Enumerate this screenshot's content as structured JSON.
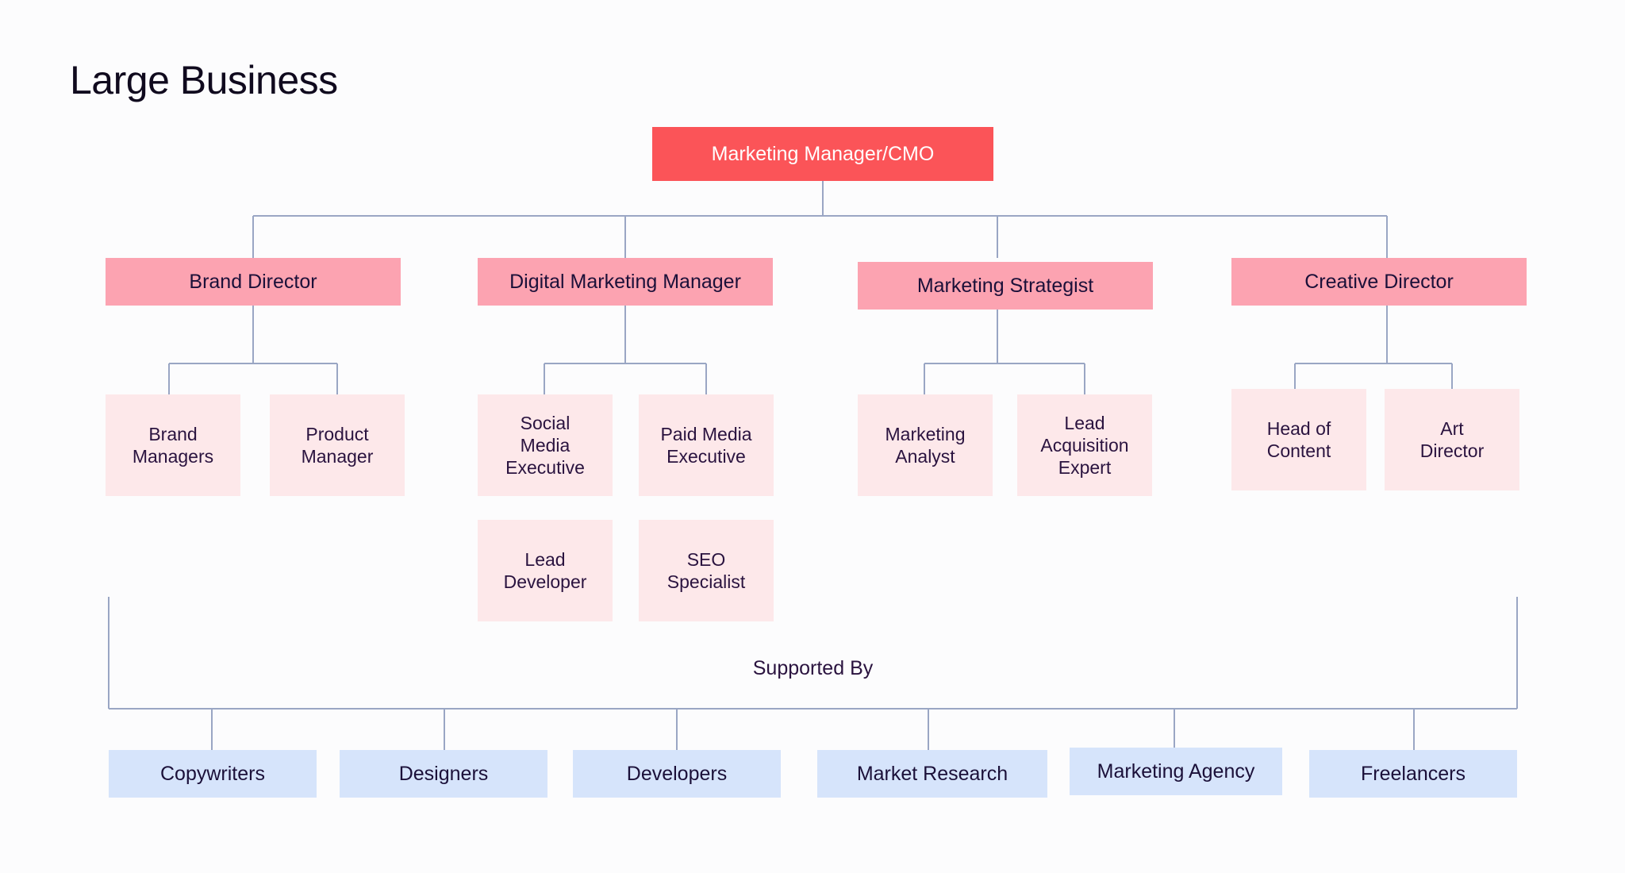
{
  "title": "Large Business",
  "colors": {
    "background": "#fcfcfd",
    "root_fill": "#fb5458",
    "root_text": "#ffffff",
    "director_fill": "#fca3b1",
    "director_text": "#1b1039",
    "leaf_fill": "#fde8ea",
    "leaf_text": "#2a133f",
    "support_fill": "#d6e4fb",
    "support_text": "#1b1039",
    "connector": "#9aa6c4"
  },
  "chart_data": {
    "type": "diagram",
    "subtype": "organizational-chart",
    "title": "Large Business",
    "levels": [
      "root",
      "directors",
      "specialists",
      "supported-by"
    ]
  },
  "root": {
    "label": "Marketing Manager/CMO"
  },
  "directors": [
    {
      "label": "Brand Director"
    },
    {
      "label": "Digital Marketing Manager"
    },
    {
      "label": "Marketing Strategist"
    },
    {
      "label": "Creative Director"
    }
  ],
  "specialists": [
    {
      "label": "Brand\nManagers"
    },
    {
      "label": "Product\nManager"
    },
    {
      "label": "Social\nMedia\nExecutive"
    },
    {
      "label": "Paid Media\nExecutive"
    },
    {
      "label": "Marketing\nAnalyst"
    },
    {
      "label": "Lead\nAcquisition\nExpert"
    },
    {
      "label": "Head of\nContent"
    },
    {
      "label": "Art\nDirector"
    },
    {
      "label": "Lead\nDeveloper"
    },
    {
      "label": "SEO\nSpecialist"
    }
  ],
  "supported_by": {
    "label": "Supported By",
    "items": [
      {
        "label": "Copywriters"
      },
      {
        "label": "Designers"
      },
      {
        "label": "Developers"
      },
      {
        "label": "Market Research"
      },
      {
        "label": "Marketing Agency"
      },
      {
        "label": "Freelancers"
      }
    ]
  }
}
